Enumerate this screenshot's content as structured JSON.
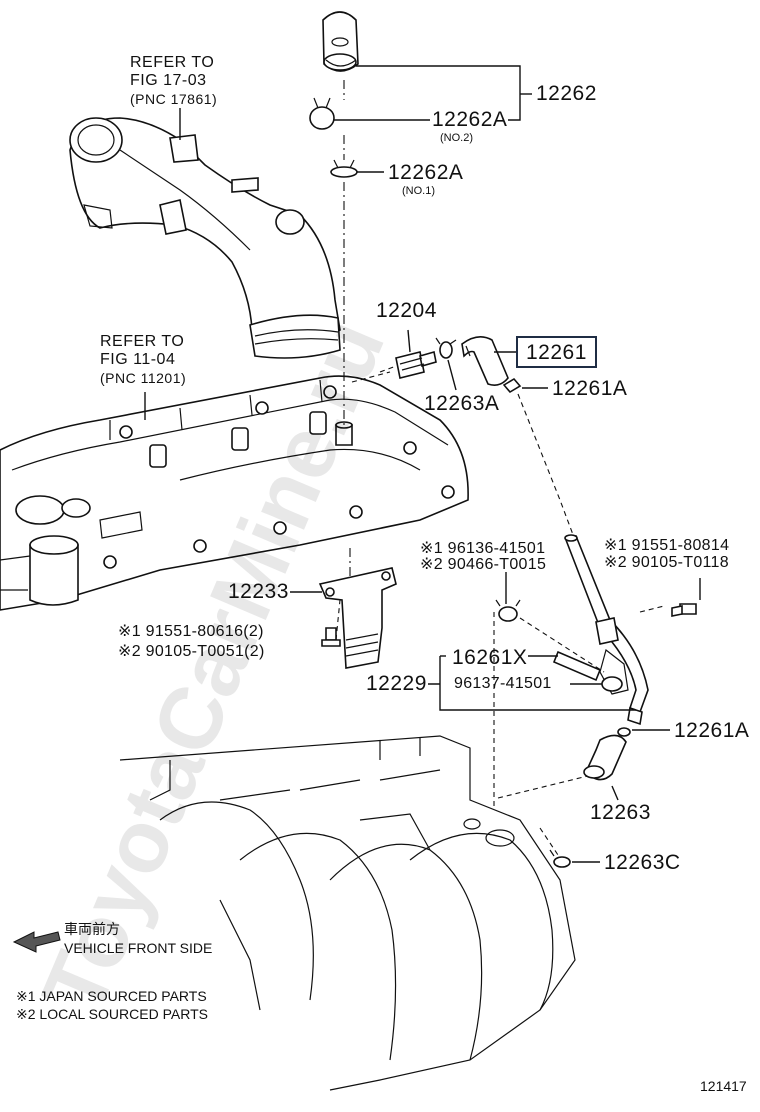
{
  "labels": {
    "p12262": "12262",
    "p12262a_no2": "12262A",
    "p12262a_no2_note": "(NO.2)",
    "p12262a_no1": "12262A",
    "p12262a_no1_note": "(NO.1)",
    "p12204": "12204",
    "p12261": "12261",
    "p12263a": "12263A",
    "p12261a_top": "12261A",
    "p12233": "12233",
    "p12229": "12229",
    "p16261x": "16261X",
    "p96137": "96137-41501",
    "p12261a_bottom": "12261A",
    "p12263": "12263",
    "p12263c": "12263C"
  },
  "references": {
    "ref_top_line1": "REFER TO",
    "ref_top_line2": "FIG 17-03",
    "ref_top_line3": "(PNC 17861)",
    "ref_mid_line1": "REFER TO",
    "ref_mid_line2": "FIG 11-04",
    "ref_mid_line3": "(PNC 11201)"
  },
  "alt_parts": {
    "left_1": "※1 91551-80616(2)",
    "left_2": "※2 90105-T0051(2)",
    "mid_1": "※1 96136-41501",
    "mid_2": "※2 90466-T0015",
    "right_1": "※1 91551-80814",
    "right_2": "※2 90105-T0118"
  },
  "legend": {
    "front_jp": "車両前方",
    "front_en": "VEHICLE FRONT SIDE",
    "note1": "※1 JAPAN SOURCED PARTS",
    "note2": "※2 LOCAL SOURCED PARTS"
  },
  "figure_id": "121417",
  "watermark": "ToyotaCarMine.ru",
  "colors": {
    "highlight_box": "#1f2d44",
    "watermark": "#d8d8d8"
  }
}
